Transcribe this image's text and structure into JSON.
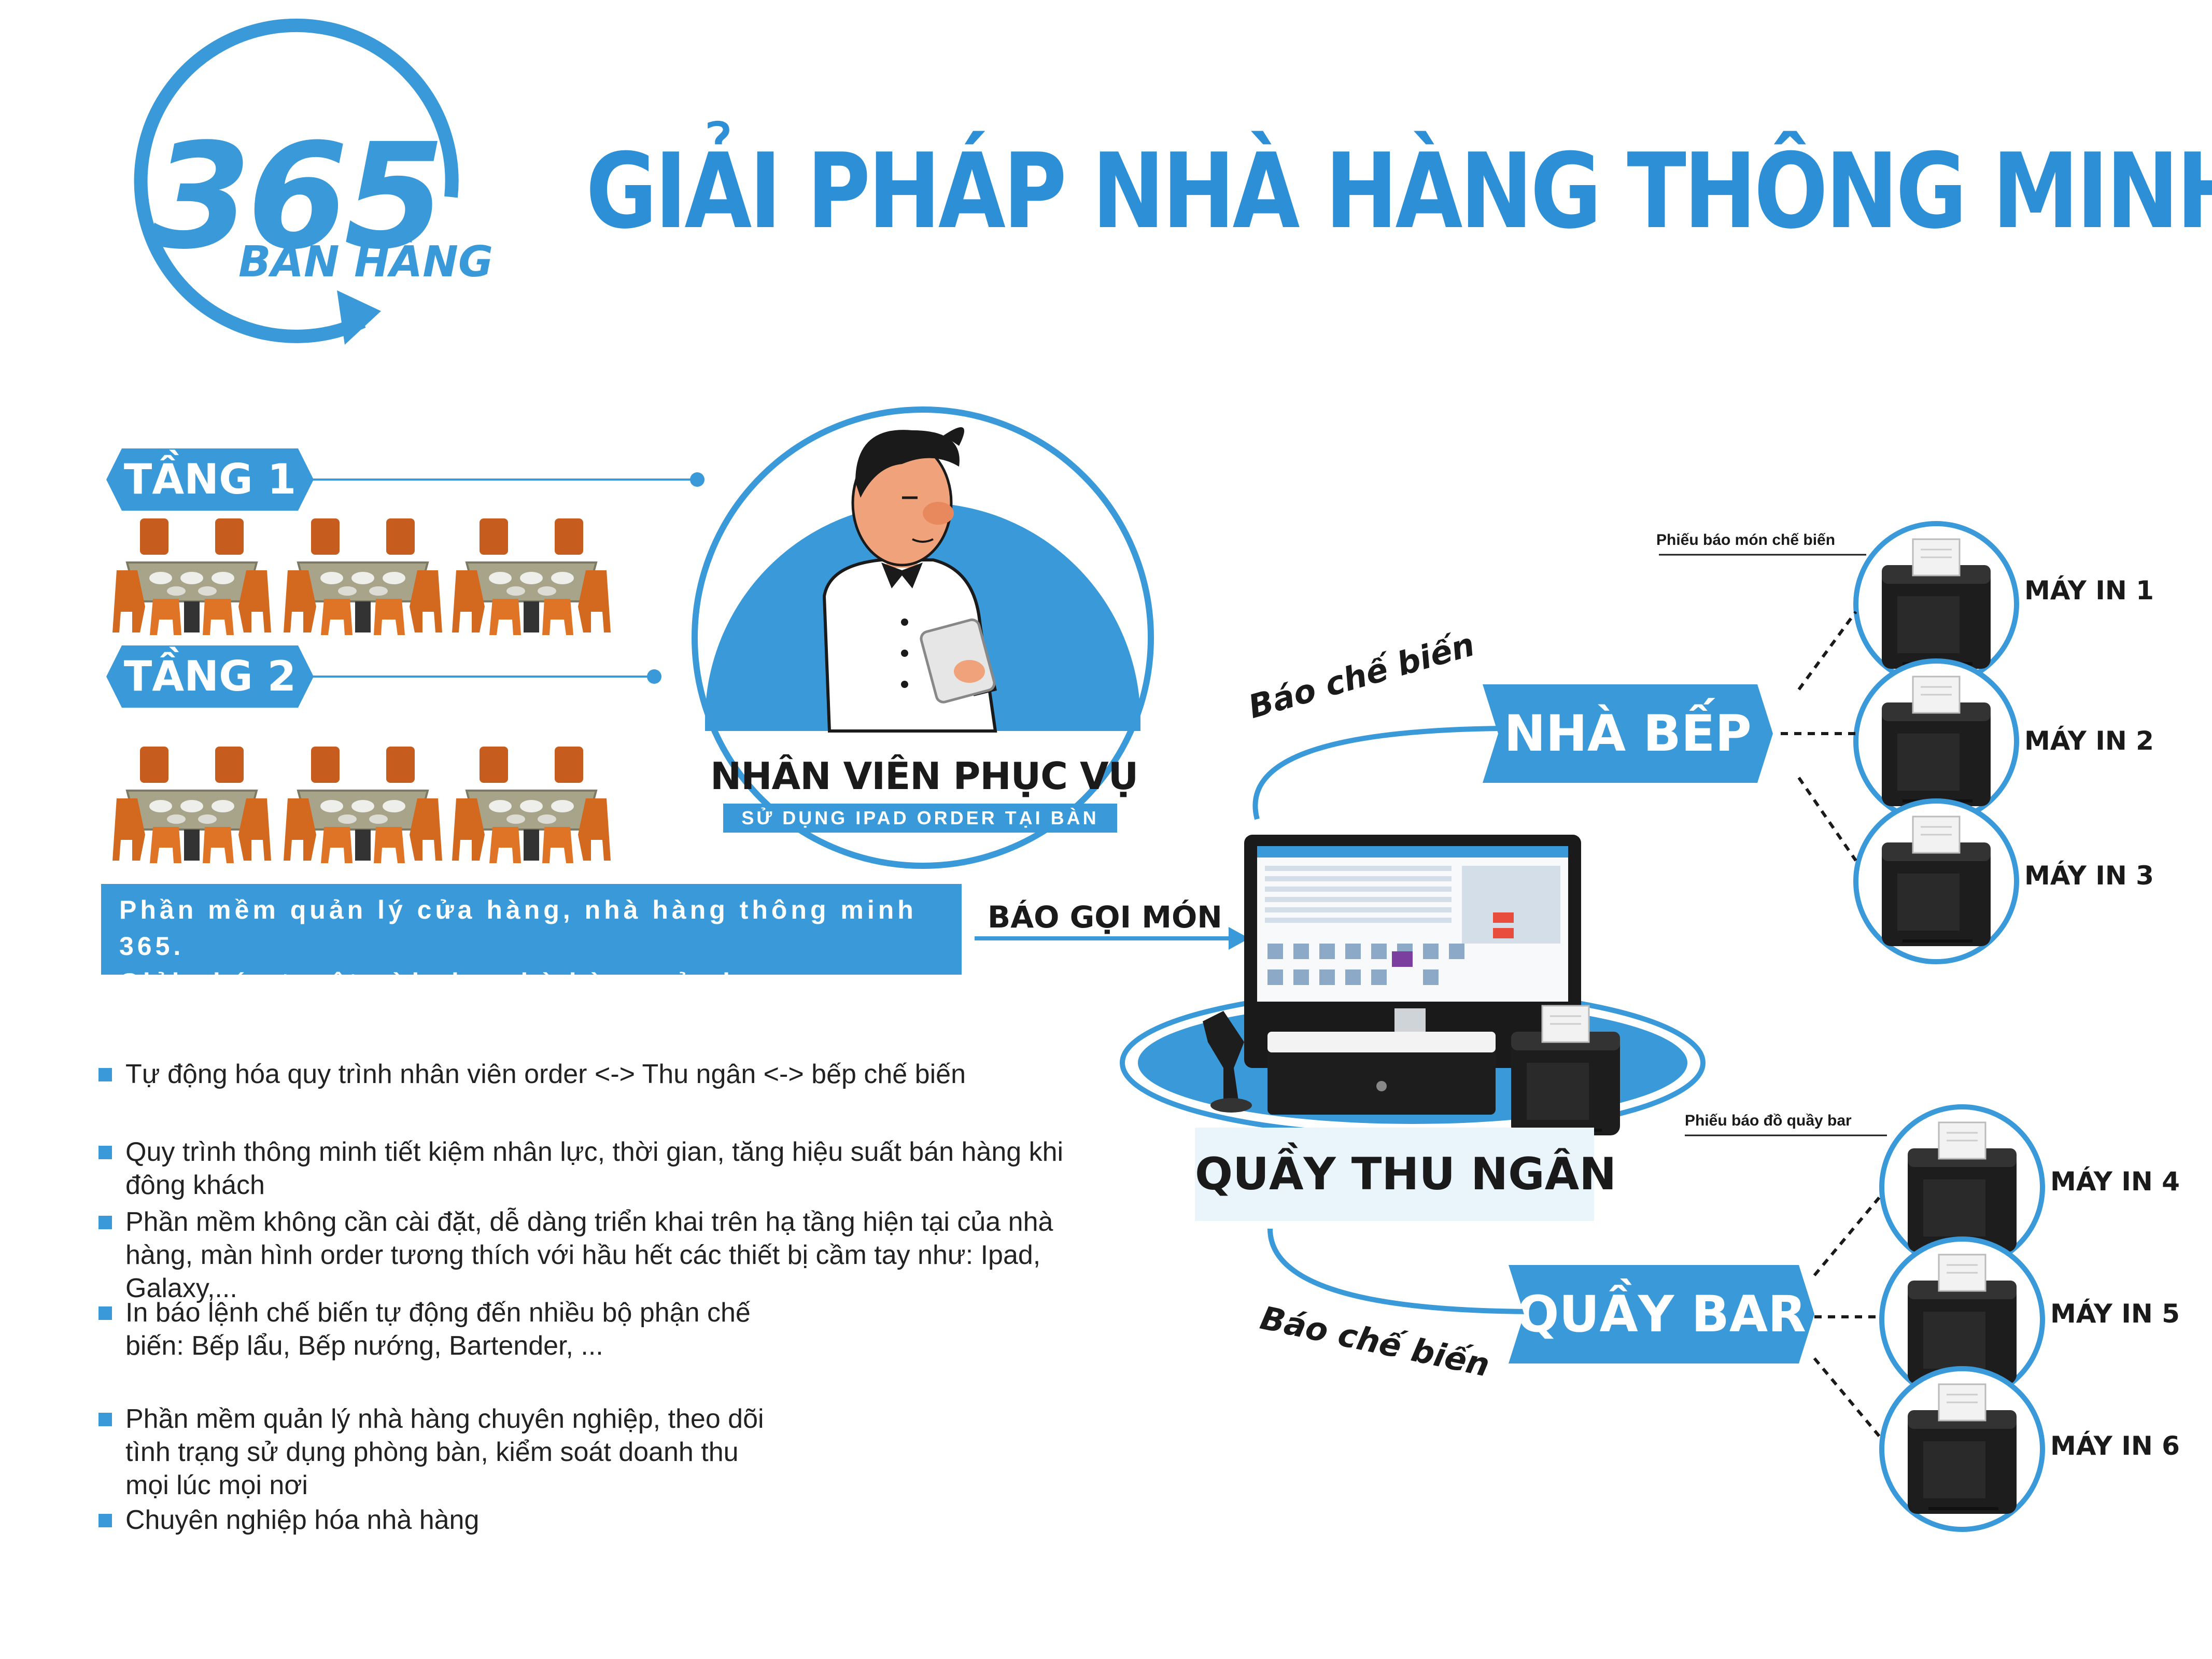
{
  "brand": {
    "logo_number": "365",
    "logo_text": "BÁN HÀNG",
    "colors": {
      "primary": "#3a9ad9",
      "dark": "#1a1a1a",
      "chair": "#d2691e",
      "table_top": "#a8a48a"
    }
  },
  "header": {
    "title": "GIẢI PHÁP NHÀ HÀNG THÔNG MINH"
  },
  "floors": [
    {
      "label": "TẦNG 1"
    },
    {
      "label": "TẦNG 2"
    }
  ],
  "waiter": {
    "title": "NHÂN VIÊN PHỤC VỤ",
    "subtitle": "SỬ DỤNG IPAD ORDER TẠI BÀN",
    "icon": "waiter-with-tablet-icon"
  },
  "promo": {
    "line1": "Phần mềm quản lý cửa hàng, nhà hàng thông minh 365.",
    "line2": "Giải pháp tuyệt vời cho nhà hàng của bạn."
  },
  "flow": {
    "order_label": "BÁO GỌI MÓN",
    "cashier_label": "QUẦY THU NGÂN",
    "kitchen": {
      "label": "NHÀ BẾP",
      "curve_label": "Báo chế biến",
      "ticket_label": "Phiếu báo món chế biến",
      "printers": [
        "MÁY IN 1",
        "MÁY IN 2",
        "MÁY IN 3"
      ]
    },
    "bar": {
      "label": "QUẦY BAR",
      "curve_label": "Báo chế biến",
      "ticket_label": "Phiếu báo đồ quầy bar",
      "printers": [
        "MÁY IN 4",
        "MÁY IN 5",
        "MÁY IN 6"
      ]
    }
  },
  "features": [
    {
      "text": "Tự động hóa quy trình nhân viên order <-> Thu ngân <-> bếp chế biến"
    },
    {
      "text": "Quy trình thông minh tiết kiệm nhân lực, thời gian, tăng hiệu suất bán hàng khi đông khách"
    },
    {
      "text": "Phần mềm không cần cài đặt, dễ dàng triển khai trên hạ tầng hiện tại của nhà hàng, màn hình order tương thích với hầu hết các thiết bị cầm tay như: Ipad, Galaxy,..."
    },
    {
      "text": "In báo lệnh chế biến tự động đến nhiều bộ phận chế biến: Bếp lẩu, Bếp nướng, Bartender, ..."
    },
    {
      "text": "Phần mềm quản lý nhà hàng chuyên nghiệp, theo dõi tình trạng sử dụng phòng bàn, kiểm soát doanh thu mọi lúc mọi nơi"
    },
    {
      "text": "Chuyên nghiệp hóa nhà hàng"
    }
  ]
}
